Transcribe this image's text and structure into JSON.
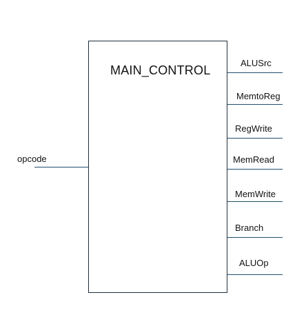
{
  "block": {
    "title": "MAIN_CONTROL"
  },
  "input": {
    "label": "opcode"
  },
  "outputs": [
    {
      "label": "ALUSrc"
    },
    {
      "label": "MemtoReg"
    },
    {
      "label": "RegWrite"
    },
    {
      "label": "MemRead"
    },
    {
      "label": "MemWrite"
    },
    {
      "label": "Branch"
    },
    {
      "label": "ALUOp"
    }
  ],
  "colors": {
    "wire": "#1f4e6b",
    "border": "#1f2d3a"
  }
}
